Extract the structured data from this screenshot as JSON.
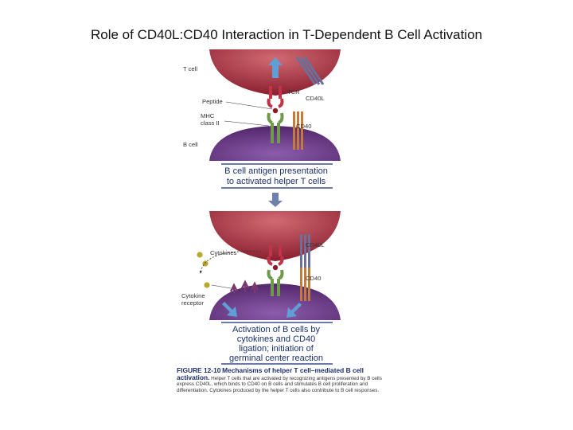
{
  "title": "Role of CD40L:CD40 Interaction in T-Dependent B Cell Activation",
  "panel_top": {
    "t_cell_label": "T cell",
    "b_cell_label": "B cell",
    "tcr_label": "TCR",
    "cd40l_label": "CD40L",
    "peptide_label": "Peptide",
    "mhc_label_line1": "MHC",
    "mhc_label_line2": "class II",
    "cd40_label": "CD40",
    "box_line1": "B cell antigen presentation",
    "box_line2": "to activated helper T cells"
  },
  "panel_bottom": {
    "cd40l_label": "CD40L",
    "cytokines_label": "Cytokines",
    "cd40_label": "CD40",
    "cytokine_receptor_line1": "Cytokine",
    "cytokine_receptor_line2": "receptor",
    "box_line1": "Activation of B cells by",
    "box_line2": "cytokines and CD40",
    "box_line3": "ligation; initiation of",
    "box_line4": "germinal center reaction"
  },
  "caption": {
    "figure_number": "FIGURE 12-10",
    "heading": "Mechanisms of helper T cell–mediated B cell activation.",
    "body": "Helper T cells that are activated by recognizing antigens presented by B cells express CD40L, which binds to CD40 on B cells and stimulates B cell proliferation and differentiation. Cytokines produced by the helper T cells also contribute to B cell responses."
  },
  "colors": {
    "t_cell": "#a8323e",
    "b_cell": "#6b3c8a",
    "tcr": "#c0344a",
    "mhc": "#6f9a4a",
    "cd40l": "#6b6f9b",
    "cd40": "#c47a3a",
    "arrow_blue": "#5f9fd6",
    "box_border": "#3c4f8a",
    "box_text": "#1b2f6b",
    "cytokine": "#b8a830"
  }
}
